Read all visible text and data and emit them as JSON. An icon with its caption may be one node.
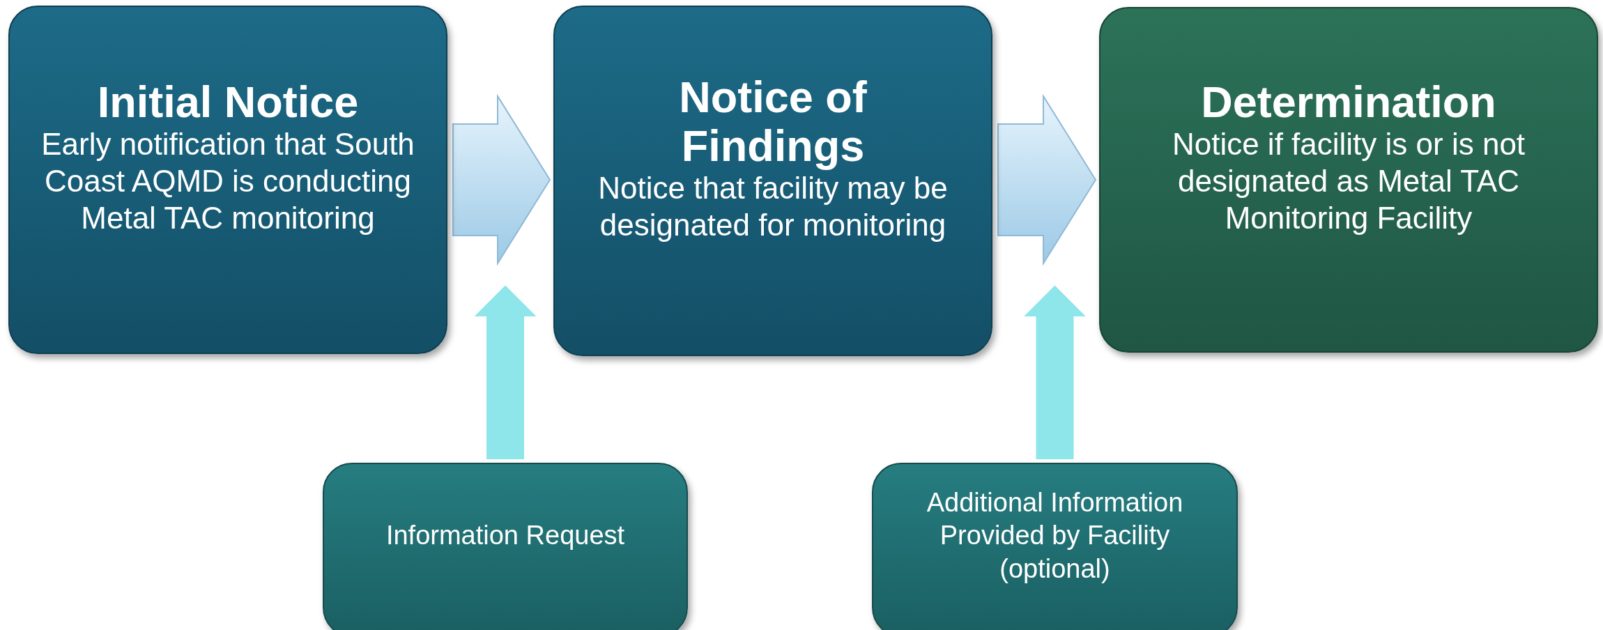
{
  "diagram": {
    "nodes": [
      {
        "text": [
          "Initial Notice",
          "Early notification that South Coast AQMD is conducting Metal TAC monitoring"
        ]
      },
      {
        "text": [
          "Notice of Findings",
          "Notice that facility may be designated for monitoring"
        ]
      },
      {
        "text": [
          "Determination",
          "Notice if facility is or is not designated as Metal TAC Monitoring Facility"
        ]
      },
      {
        "text": [
          "Information Request"
        ]
      },
      {
        "text": [
          "Additional Information Provided by Facility (optional)"
        ]
      }
    ],
    "edges": [
      {
        "from": 0,
        "to": 1,
        "arrow": "to"
      },
      {
        "from": 1,
        "to": 2,
        "arrow": "to"
      },
      {
        "from": 3,
        "to": null,
        "arrow": "to",
        "color": "#8ee6ea"
      },
      {
        "from": 4,
        "to": null,
        "arrow": "to",
        "color": "#8ee6ea"
      }
    ]
  }
}
